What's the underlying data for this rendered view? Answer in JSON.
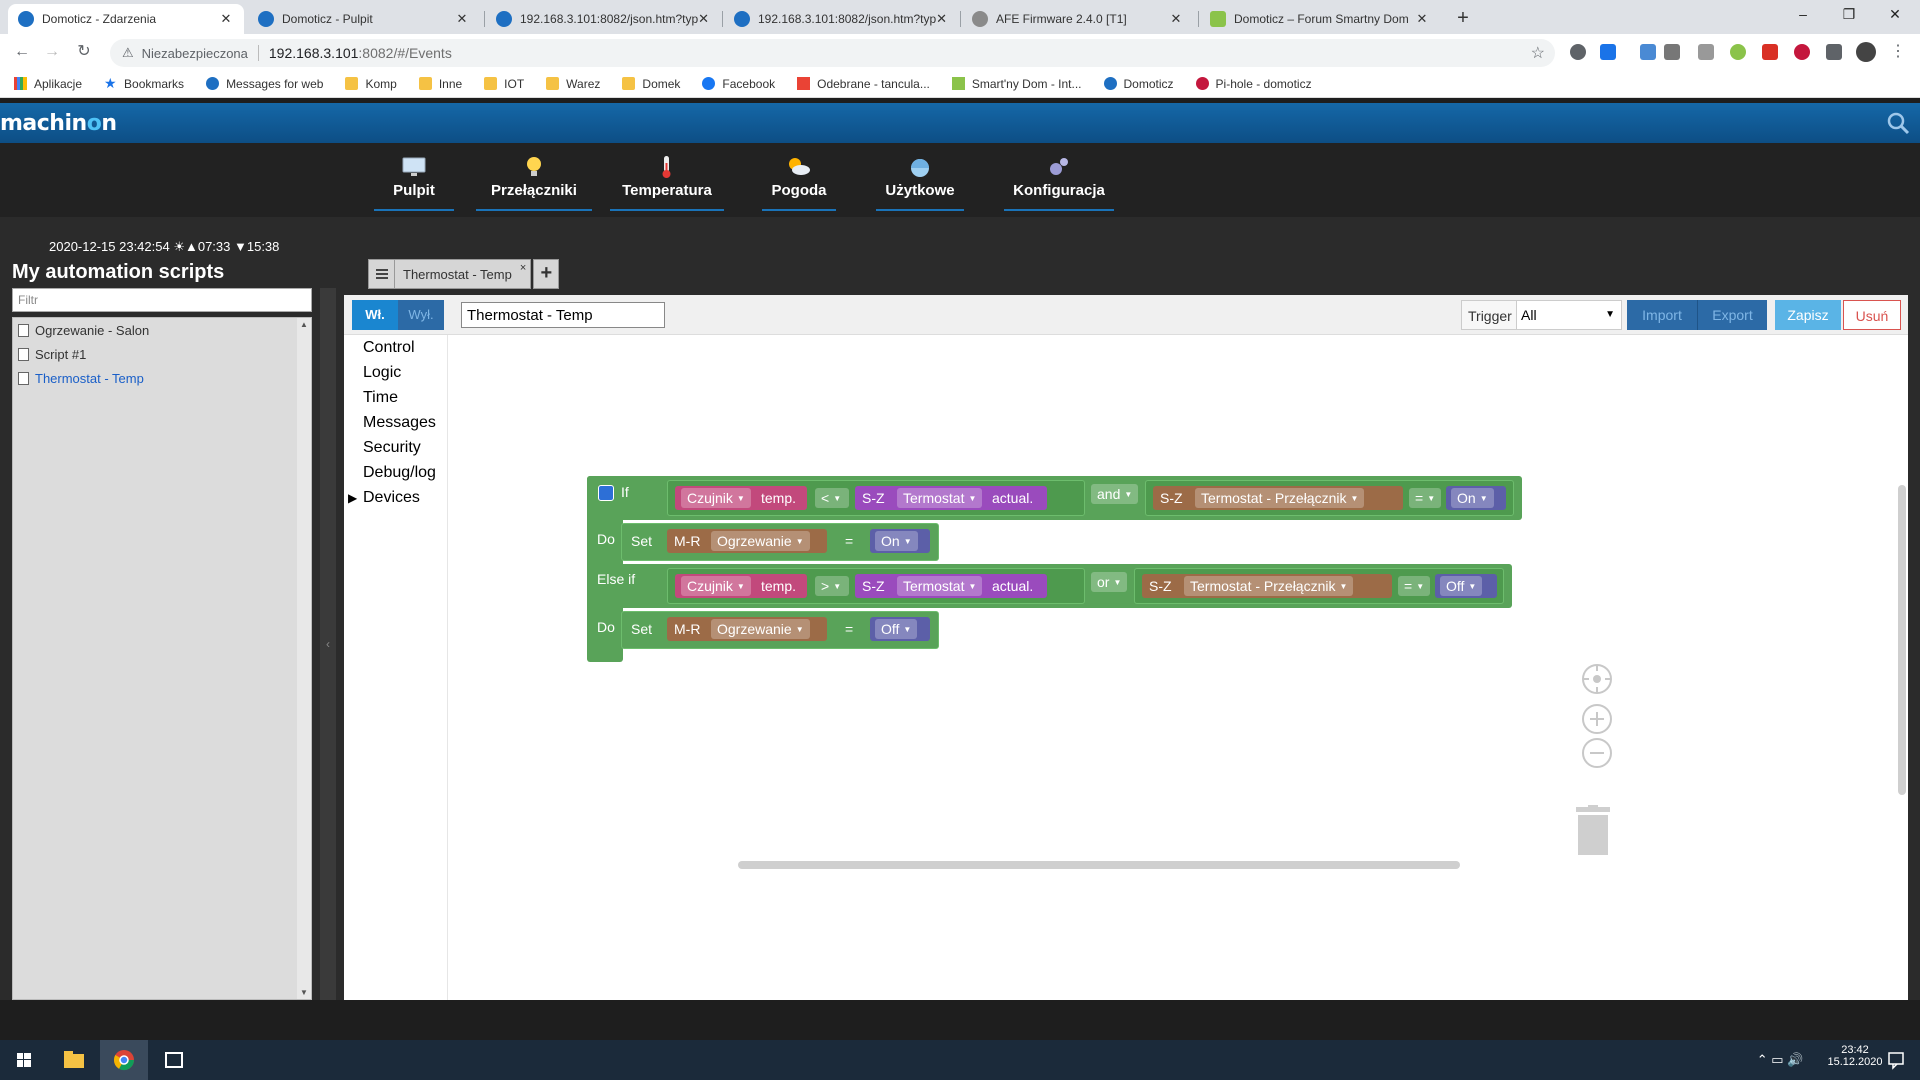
{
  "browser": {
    "tabs": [
      {
        "title": "Domoticz - Zdarzenia",
        "active": true
      },
      {
        "title": "Domoticz - Pulpit",
        "active": false
      },
      {
        "title": "192.168.3.101:8082/json.htm?typ",
        "active": false
      },
      {
        "title": "192.168.3.101:8082/json.htm?typ",
        "active": false
      },
      {
        "title": "AFE Firmware 2.4.0 [T1]",
        "active": false
      },
      {
        "title": "Domoticz – Forum Smartny Dom",
        "active": false
      }
    ],
    "security_label": "Niezabezpieczona",
    "url_host": "192.168.3.101",
    "url_rest": ":8082/#/Events",
    "bookmarks": [
      {
        "label": "Aplikacje",
        "icon": "apps-grid-icon"
      },
      {
        "label": "Bookmarks",
        "icon": "star-icon"
      },
      {
        "label": "Messages for web",
        "icon": "messages-icon"
      },
      {
        "label": "Komp",
        "icon": "folder-icon"
      },
      {
        "label": "Inne",
        "icon": "folder-icon"
      },
      {
        "label": "IOT",
        "icon": "folder-icon"
      },
      {
        "label": "Warez",
        "icon": "folder-icon"
      },
      {
        "label": "Domek",
        "icon": "folder-icon"
      },
      {
        "label": "Facebook",
        "icon": "facebook-icon"
      },
      {
        "label": "Odebrane - tancula...",
        "icon": "gmail-icon"
      },
      {
        "label": "Smart'ny Dom - Int...",
        "icon": "house-icon"
      },
      {
        "label": "Domoticz",
        "icon": "domoticz-icon"
      },
      {
        "label": "Pi-hole - domoticz",
        "icon": "pihole-icon"
      }
    ]
  },
  "app": {
    "logo_prefix": "machin",
    "logo_mid": "o",
    "logo_suffix": "n",
    "nav": [
      {
        "label": "Pulpit",
        "icon": "monitor-icon"
      },
      {
        "label": "Przełączniki",
        "icon": "lightbulb-icon"
      },
      {
        "label": "Temperatura",
        "icon": "thermometer-icon"
      },
      {
        "label": "Pogoda",
        "icon": "weather-icon"
      },
      {
        "label": "Użytkowe",
        "icon": "gauge-icon"
      },
      {
        "label": "Konfiguracja",
        "icon": "gears-icon"
      }
    ]
  },
  "sidebar": {
    "clock": "2020-12-15 23:42:54 ☀▲07:33 ▼15:38",
    "title": "My automation scripts",
    "filter_placeholder": "Filtr",
    "scripts": [
      {
        "name": "Ogrzewanie - Salon",
        "active": false
      },
      {
        "name": "Script #1",
        "active": false
      },
      {
        "name": "Thermostat - Temp",
        "active": true
      }
    ]
  },
  "editor": {
    "tab_label": "Thermostat - Temp",
    "tab_close": "×",
    "add_tab": "+",
    "on_label": "Wł.",
    "off_label": "Wył.",
    "script_name": "Thermostat - Temp",
    "trigger_label": "Trigger",
    "trigger_value": "All",
    "import_label": "Import",
    "export_label": "Export",
    "save_label": "Zapisz",
    "delete_label": "Usuń",
    "categories": [
      "Control",
      "Logic",
      "Time",
      "Messages",
      "Security",
      "Debug/log",
      "Devices"
    ]
  },
  "blocks": {
    "if_label": "If",
    "do_label": "Do",
    "elseif_label": "Else if",
    "set_label": "Set",
    "cond1": {
      "sensor": "Czujnik",
      "prop": "temp.",
      "op": "<",
      "kind": "S-Z",
      "device": "Termostat",
      "prop2": "actual."
    },
    "join1": "and",
    "cond1b": {
      "kind": "S-Z",
      "device": "Termostat - Przełącznik",
      "op": "=",
      "value": "On"
    },
    "action1": {
      "kind": "M-R",
      "device": "Ogrzewanie",
      "op": "=",
      "value": "On"
    },
    "cond2": {
      "sensor": "Czujnik",
      "prop": "temp.",
      "op": ">",
      "kind": "S-Z",
      "device": "Termostat",
      "prop2": "actual."
    },
    "join2": "or",
    "cond2b": {
      "kind": "S-Z",
      "device": "Termostat - Przełącznik",
      "op": "=",
      "value": "Off"
    },
    "action2": {
      "kind": "M-R",
      "device": "Ogrzewanie",
      "op": "=",
      "value": "Off"
    }
  },
  "taskbar": {
    "time": "23:42",
    "date": "15.12.2020"
  }
}
